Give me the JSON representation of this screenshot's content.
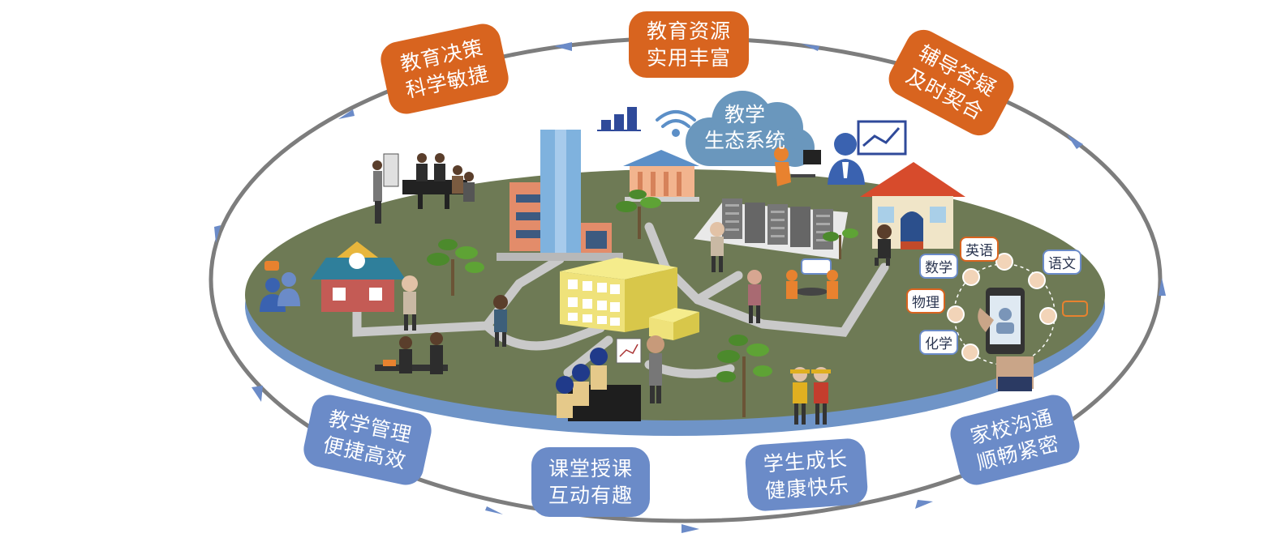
{
  "top_bubbles": [
    {
      "line1": "教育决策",
      "line2": "科学敏捷"
    },
    {
      "line1": "教育资源",
      "line2": "实用丰富"
    },
    {
      "line1": "辅导答疑",
      "line2": "及时契合"
    }
  ],
  "bottom_bubbles": [
    {
      "line1": "教学管理",
      "line2": "便捷高效"
    },
    {
      "line1": "课堂授课",
      "line2": "互动有趣"
    },
    {
      "line1": "学生成长",
      "line2": "健康快乐"
    },
    {
      "line1": "家校沟通",
      "line2": "顺畅紧密"
    }
  ],
  "center_cloud": {
    "line1": "教学",
    "line2": "生态系统"
  },
  "subjects": [
    "数学",
    "英语",
    "语文",
    "物理",
    "化学"
  ],
  "colors": {
    "orange": "#d8641f",
    "blue": "#6b8bc8",
    "ground": "#6e7a55",
    "ring": "#7d7d7d"
  }
}
